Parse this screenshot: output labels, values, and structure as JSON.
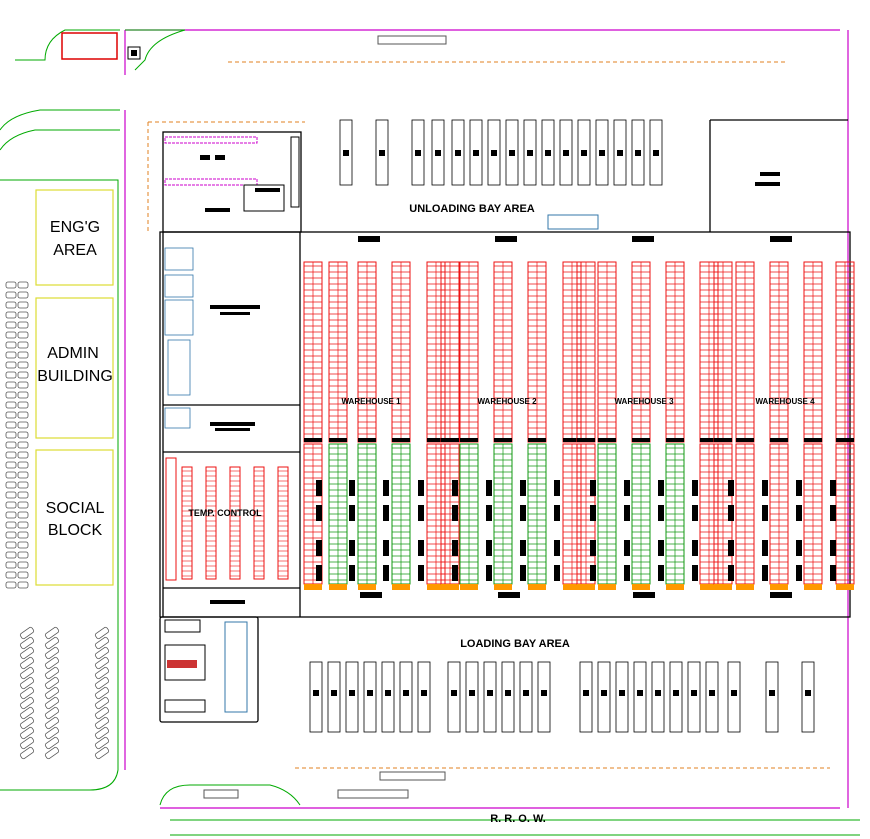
{
  "labels": {
    "eng_area": [
      "ENG'G",
      "AREA"
    ],
    "admin_building": [
      "ADMIN",
      "BUILDING"
    ],
    "social_block": [
      "SOCIAL",
      "BLOCK"
    ],
    "unloading_bay": "UNLOADING BAY AREA",
    "loading_bay": "LOADING BAY AREA",
    "temp_control": "TEMP. CONTROL",
    "rrow": "R. R. O. W.",
    "warehouses": [
      "WAREHOUSE 1",
      "WAREHOUSE 2",
      "WAREHOUSE 3",
      "WAREHOUSE 4"
    ]
  },
  "colors": {
    "building_outline": "#000000",
    "site_boundary": "#cc00cc",
    "landscape_green": "#00aa00",
    "rack_red": "#ee1111",
    "rack_green": "#119911",
    "dock_black": "#000000",
    "pallet_orange": "#ff9900",
    "zone_yellow": "#dddd33",
    "office_blue": "#3377aa",
    "truck_gray": "#555555",
    "dashed_orange": "#e08020"
  }
}
